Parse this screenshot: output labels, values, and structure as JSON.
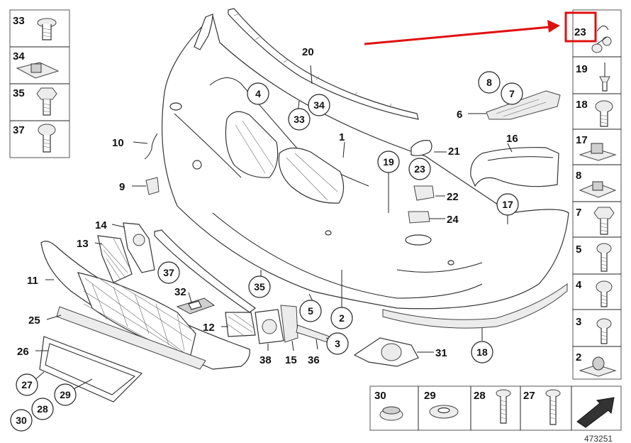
{
  "diagram_id": "473251",
  "labels": {
    "p1": "1",
    "p2": "2",
    "p3": "3",
    "p4": "4",
    "p5": "5",
    "p6": "6",
    "p7": "7",
    "p8": "8",
    "p9": "9",
    "p10": "10",
    "p11": "11",
    "p12": "12",
    "p13": "13",
    "p14": "14",
    "p15": "15",
    "p16": "16",
    "p17": "17",
    "p18": "18",
    "p19": "19",
    "p20": "20",
    "p21": "21",
    "p22": "22",
    "p23": "23",
    "p24": "24",
    "p25": "25",
    "p26": "26",
    "p27": "27",
    "p28": "28",
    "p29": "29",
    "p30": "30",
    "p31": "31",
    "p32": "32",
    "p33": "33",
    "p34": "34",
    "p35": "35",
    "p36": "36",
    "p37": "37",
    "p38": "38"
  },
  "left_panel": [
    "33",
    "34",
    "35",
    "37"
  ],
  "right_panel": [
    "23",
    "19",
    "18",
    "17",
    "8",
    "7",
    "5",
    "4",
    "3",
    "2"
  ],
  "bottom_panel": [
    "30",
    "29",
    "28",
    "27"
  ],
  "highlight": {
    "item": "23",
    "color": "#e01010"
  }
}
